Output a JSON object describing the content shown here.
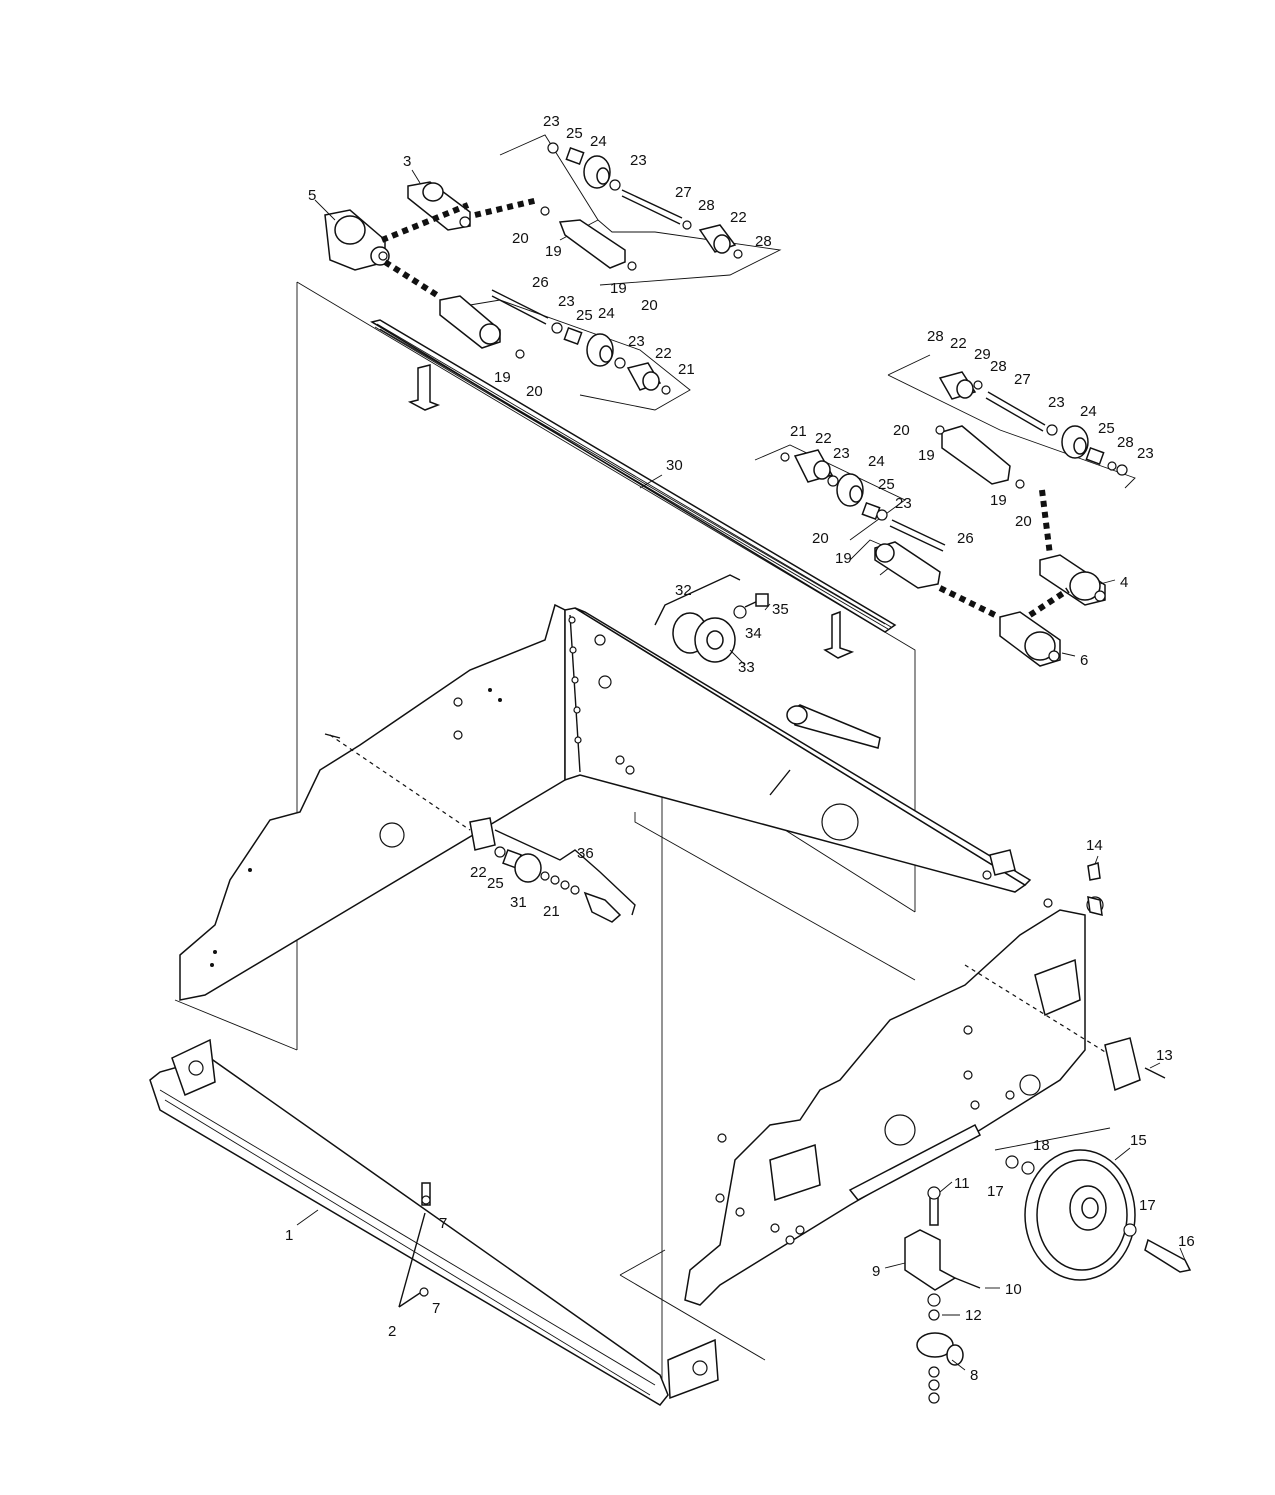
{
  "callouts": [
    {
      "id": "c1",
      "text": "1"
    },
    {
      "id": "c2",
      "text": "2"
    },
    {
      "id": "c3",
      "text": "3"
    },
    {
      "id": "c4",
      "text": "4"
    },
    {
      "id": "c5",
      "text": "5"
    },
    {
      "id": "c6",
      "text": "6"
    },
    {
      "id": "c7a",
      "text": "7"
    },
    {
      "id": "c7b",
      "text": "7"
    },
    {
      "id": "c8",
      "text": "8"
    },
    {
      "id": "c9",
      "text": "9"
    },
    {
      "id": "c10",
      "text": "10"
    },
    {
      "id": "c11",
      "text": "11"
    },
    {
      "id": "c12",
      "text": "12"
    },
    {
      "id": "c13",
      "text": "13"
    },
    {
      "id": "c14",
      "text": "14"
    },
    {
      "id": "c15",
      "text": "15"
    },
    {
      "id": "c16",
      "text": "16"
    },
    {
      "id": "c17a",
      "text": "17"
    },
    {
      "id": "c17b",
      "text": "17"
    },
    {
      "id": "c18",
      "text": "18"
    },
    {
      "id": "c19a",
      "text": "19"
    },
    {
      "id": "c19b",
      "text": "19"
    },
    {
      "id": "c19c",
      "text": "19"
    },
    {
      "id": "c19d",
      "text": "19"
    },
    {
      "id": "c19e",
      "text": "19"
    },
    {
      "id": "c19f",
      "text": "19"
    },
    {
      "id": "c20a",
      "text": "20"
    },
    {
      "id": "c20b",
      "text": "20"
    },
    {
      "id": "c20c",
      "text": "20"
    },
    {
      "id": "c20d",
      "text": "20"
    },
    {
      "id": "c20e",
      "text": "20"
    },
    {
      "id": "c20f",
      "text": "20"
    },
    {
      "id": "c21a",
      "text": "21"
    },
    {
      "id": "c21b",
      "text": "21"
    },
    {
      "id": "c21c",
      "text": "21"
    },
    {
      "id": "c22a",
      "text": "22"
    },
    {
      "id": "c22b",
      "text": "22"
    },
    {
      "id": "c22c",
      "text": "22"
    },
    {
      "id": "c22d",
      "text": "22"
    },
    {
      "id": "c22e",
      "text": "22"
    },
    {
      "id": "c23a",
      "text": "23"
    },
    {
      "id": "c23b",
      "text": "23"
    },
    {
      "id": "c23c",
      "text": "23"
    },
    {
      "id": "c23d",
      "text": "23"
    },
    {
      "id": "c23e",
      "text": "23"
    },
    {
      "id": "c23f",
      "text": "23"
    },
    {
      "id": "c23g",
      "text": "23"
    },
    {
      "id": "c23h",
      "text": "23"
    },
    {
      "id": "c24a",
      "text": "24"
    },
    {
      "id": "c24b",
      "text": "24"
    },
    {
      "id": "c24c",
      "text": "24"
    },
    {
      "id": "c24d",
      "text": "24"
    },
    {
      "id": "c25a",
      "text": "25"
    },
    {
      "id": "c25b",
      "text": "25"
    },
    {
      "id": "c25c",
      "text": "25"
    },
    {
      "id": "c25d",
      "text": "25"
    },
    {
      "id": "c25e",
      "text": "25"
    },
    {
      "id": "c26a",
      "text": "26"
    },
    {
      "id": "c26b",
      "text": "26"
    },
    {
      "id": "c27a",
      "text": "27"
    },
    {
      "id": "c27b",
      "text": "27"
    },
    {
      "id": "c28a",
      "text": "28"
    },
    {
      "id": "c28b",
      "text": "28"
    },
    {
      "id": "c28c",
      "text": "28"
    },
    {
      "id": "c28d",
      "text": "28"
    },
    {
      "id": "c28e",
      "text": "28"
    },
    {
      "id": "c29",
      "text": "29"
    },
    {
      "id": "c30",
      "text": "30"
    },
    {
      "id": "c31",
      "text": "31"
    },
    {
      "id": "c32",
      "text": "32"
    },
    {
      "id": "c33",
      "text": "33"
    },
    {
      "id": "c34",
      "text": "34"
    },
    {
      "id": "c35",
      "text": "35"
    },
    {
      "id": "c36",
      "text": "36"
    }
  ]
}
